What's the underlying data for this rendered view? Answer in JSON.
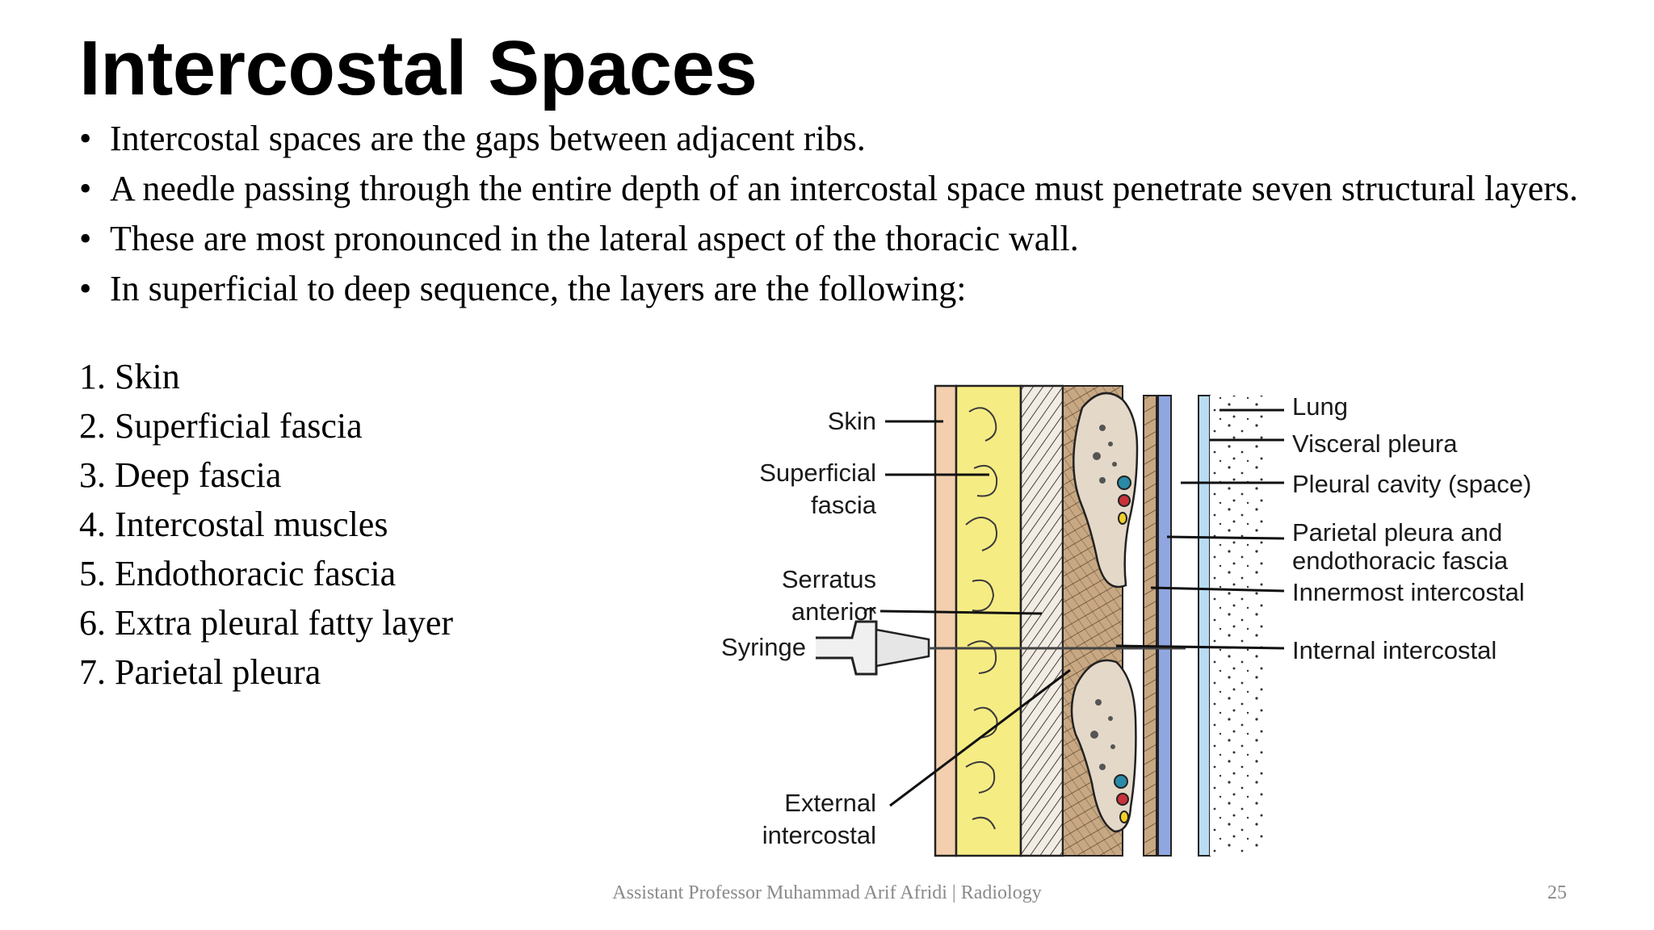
{
  "slide": {
    "title": "Intercostal Spaces",
    "bullets": [
      "Intercostal spaces are the gaps between adjacent ribs.",
      "A needle passing through the entire depth of an intercostal space must penetrate seven structural layers.",
      "These are most pronounced in the lateral aspect of the thoracic wall.",
      "In superficial to deep sequence, the layers are the following:"
    ],
    "bullet_symbol": "•",
    "layers": [
      "1. Skin",
      "2. Superficial fascia",
      "3. Deep fascia",
      "4. Intercostal muscles",
      "5. Endothoracic fascia",
      "6. Extra pleural fatty layer",
      "7. Parietal pleura"
    ],
    "footer": "Assistant Professor Muhammad Arif Afridi | Radiology",
    "page_number": "25"
  },
  "diagram": {
    "left_labels": {
      "skin": "Skin",
      "superficial_1": "Superficial",
      "superficial_2": "fascia",
      "serratus_1": "Serratus",
      "serratus_2": "anterior",
      "syringe": "Syringe",
      "external_1": "External",
      "external_2": "intercostal"
    },
    "right_labels": {
      "lung": "Lung",
      "visceral": "Visceral pleura",
      "pleural_cavity": "Pleural cavity (space)",
      "parietal_1": "Parietal pleura and",
      "parietal_2": "endothoracic fascia",
      "innermost": "Innermost intercostal",
      "internal": "Internal intercostal"
    },
    "colors": {
      "skin": "#f3cfae",
      "fascia": "#f6ec84",
      "muscle": "#c8a882",
      "rib": "#e4d8c8",
      "pleura": "#8fa6e0",
      "lung_pleura": "#b9dcf2"
    }
  }
}
